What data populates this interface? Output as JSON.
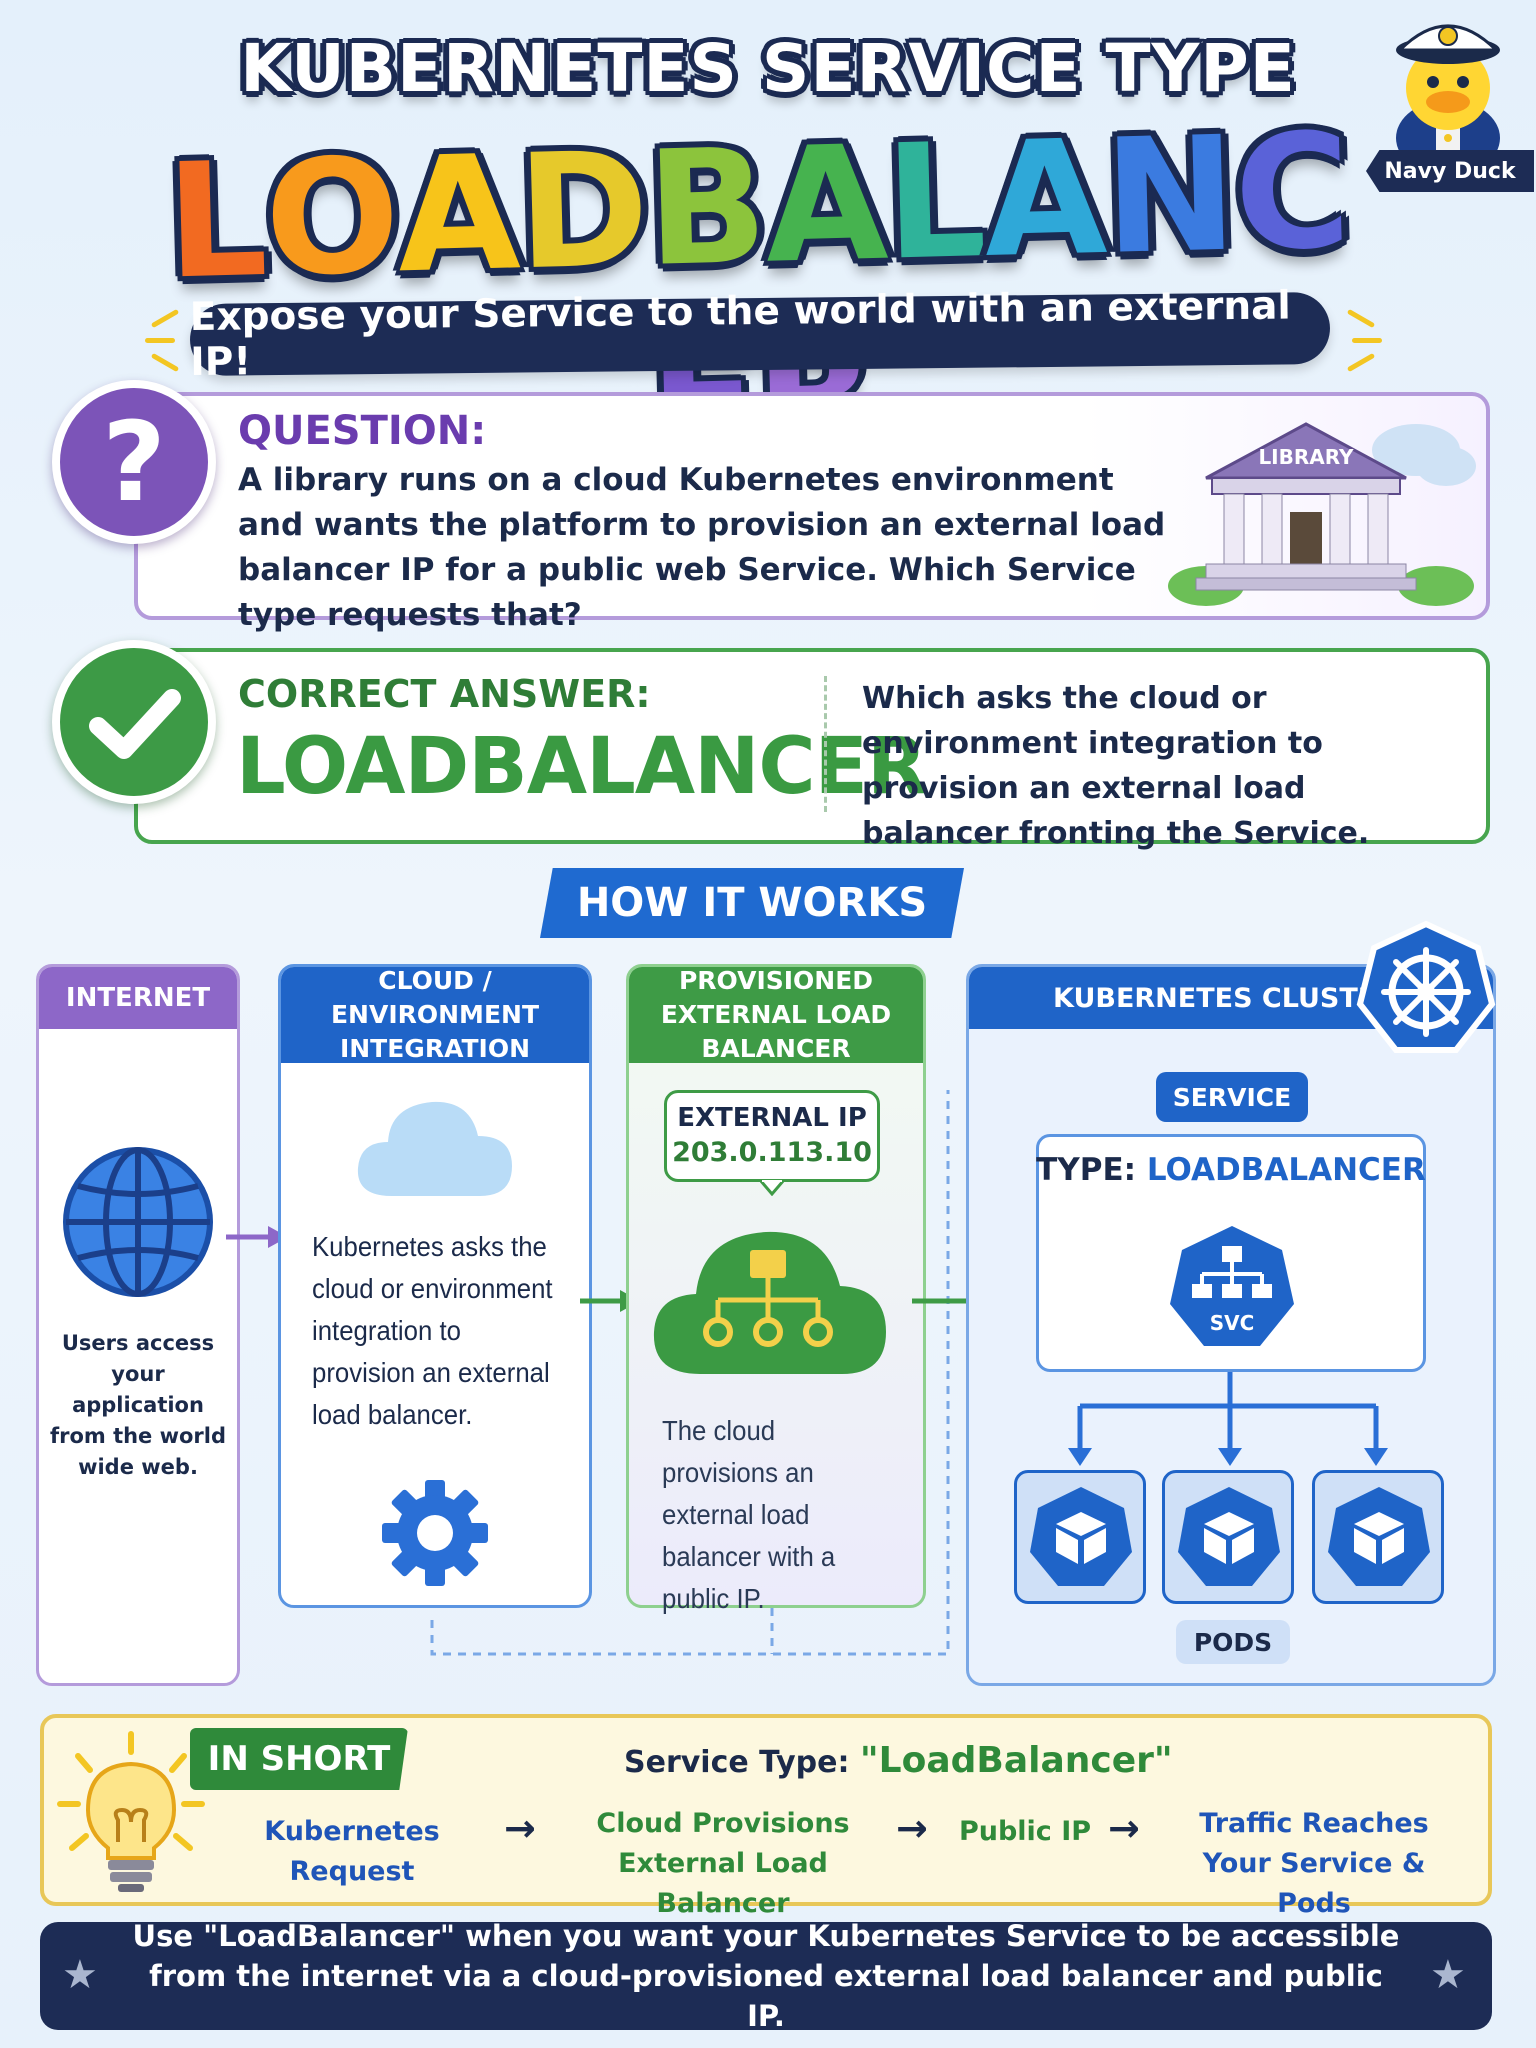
{
  "header": {
    "title_top": "KUBERNETES SERVICE TYPE",
    "title_main_letters": [
      "L",
      "O",
      "A",
      "D",
      "B",
      "A",
      "L",
      "A",
      "N",
      "C",
      "E",
      "R"
    ],
    "title_main_colors": [
      "#f26a21",
      "#f89a1c",
      "#f7c41a",
      "#e6c92b",
      "#8cc43c",
      "#46b34f",
      "#2fb39a",
      "#2fa8d8",
      "#3b7be0",
      "#5a62d8",
      "#7a58cf",
      "#9a6bd6"
    ],
    "subtitle": "Expose your Service to the world with an external IP!",
    "mascot_label": "Navy Duck"
  },
  "question": {
    "label": "QUESTION:",
    "text": "A library runs on a cloud Kubernetes environment and wants the platform to provision an external load balancer IP for a public web Service. Which Service type requests that?",
    "icon": "question-mark",
    "image_label": "LIBRARY"
  },
  "answer": {
    "label": "CORRECT ANSWER:",
    "value": "LOADBALANCER",
    "explanation": "Which asks the cloud or environment integration to provision an external load balancer fronting the Service."
  },
  "how": {
    "title": "HOW IT WORKS",
    "internet": {
      "title": "INTERNET",
      "text": "Users access your application from the world wide web."
    },
    "cloud": {
      "title": "CLOUD / ENVIRONMENT INTEGRATION",
      "text": "Kubernetes asks the cloud or environment integration to provision an external load balancer."
    },
    "lb": {
      "title": "PROVISIONED EXTERNAL LOAD BALANCER",
      "ip_label": "EXTERNAL IP",
      "ip_value": "203.0.113.10",
      "text": "The cloud provisions an external load balancer with a public IP."
    },
    "cluster": {
      "title": "KUBERNETES CLUSTER",
      "service_label": "SERVICE",
      "type_label": "TYPE:",
      "type_value": "LOADBALANCER",
      "svc_label": "SVC",
      "pods_label": "PODS"
    }
  },
  "short": {
    "title": "IN SHORT",
    "service_prefix": "Service Type:",
    "service_value": "\"LoadBalancer\"",
    "steps": [
      "Kubernetes Request",
      "Cloud Provisions External Load Balancer",
      "Public IP",
      "Traffic Reaches Your Service & Pods"
    ]
  },
  "footer": {
    "text": "Use \"LoadBalancer\" when you want your Kubernetes Service to be accessible from the internet via a cloud-provisioned external load balancer and public IP."
  },
  "colors": {
    "navy": "#1d2c55",
    "purple": "#7c54b8",
    "green": "#3d9a46",
    "blue": "#1f64c8",
    "yellow": "#e8c758"
  }
}
